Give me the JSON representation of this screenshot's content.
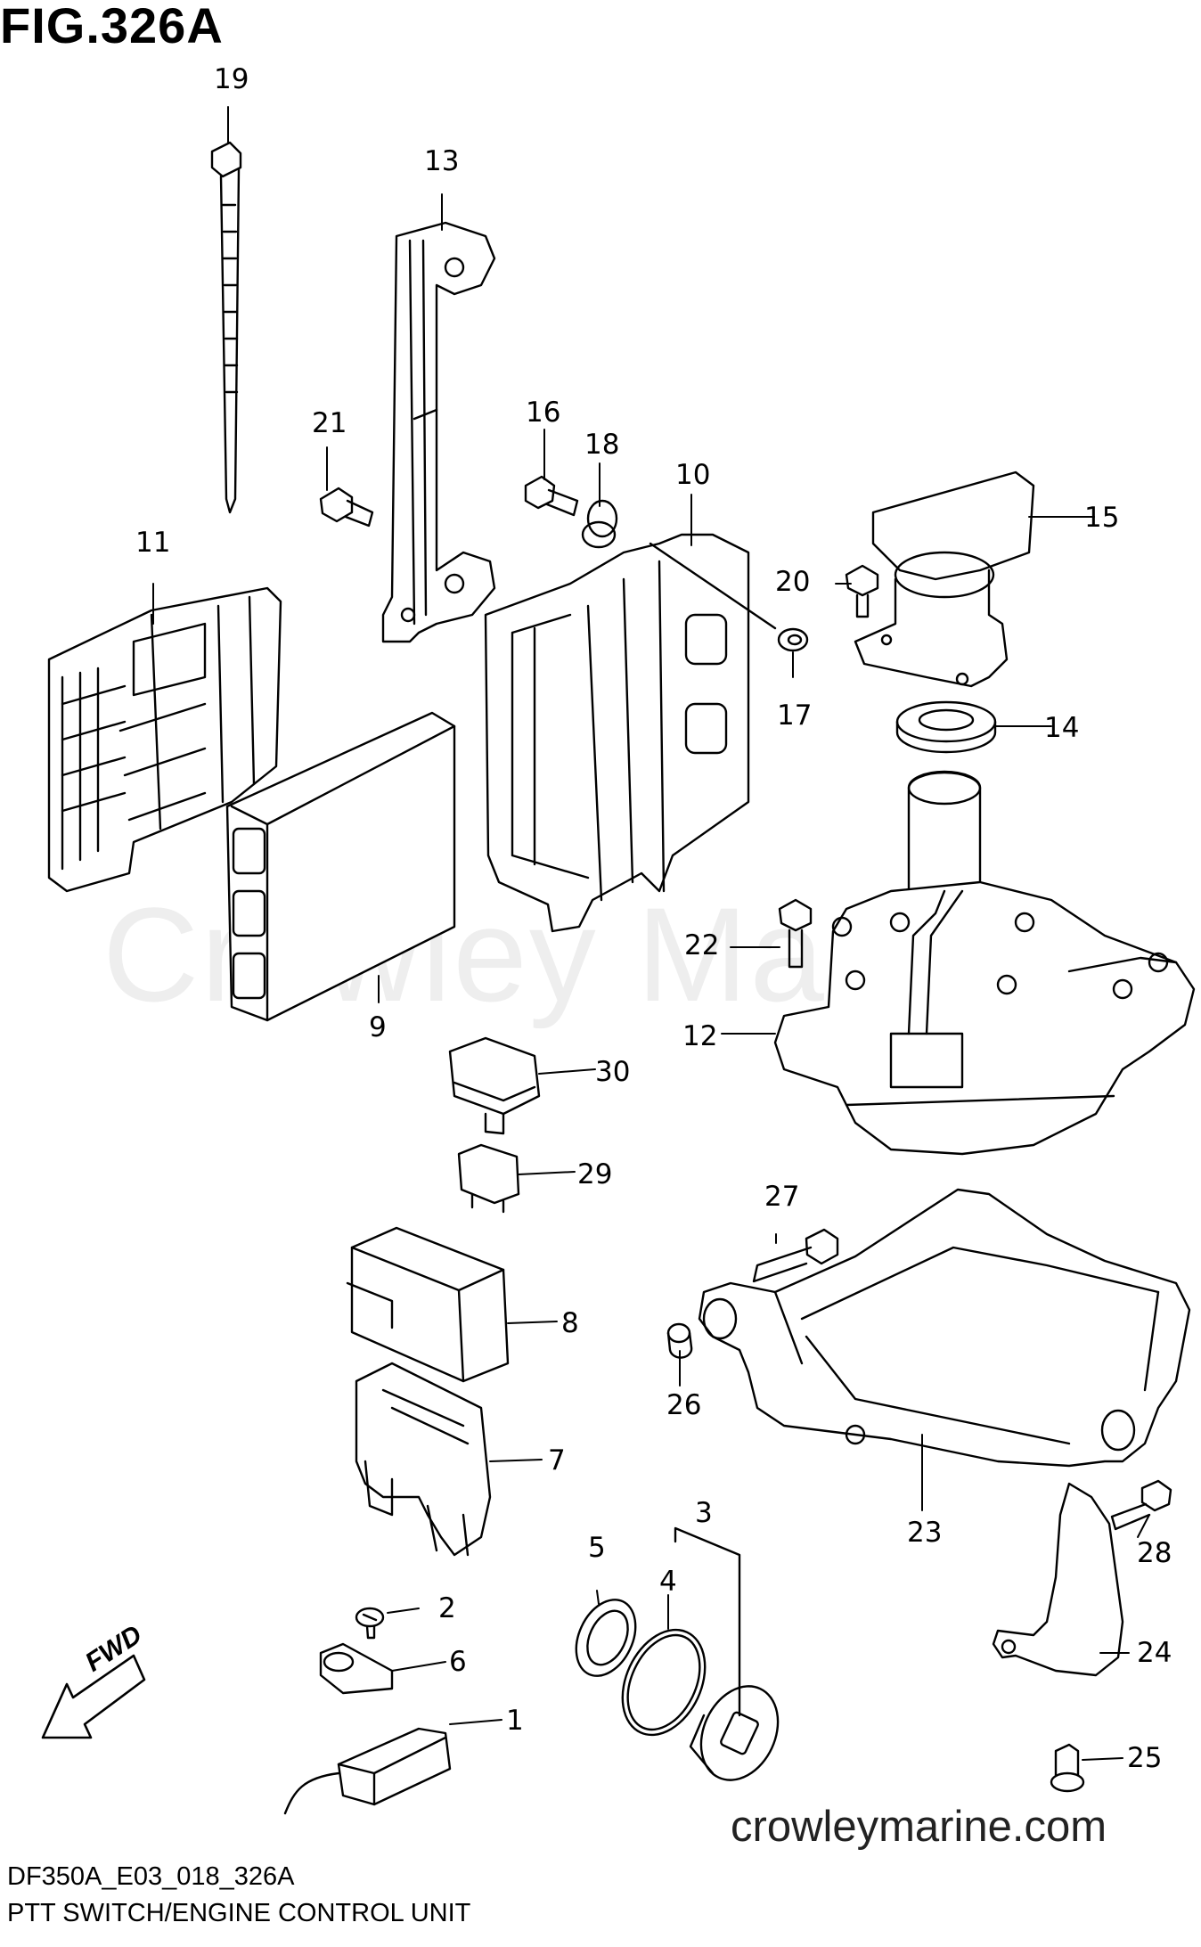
{
  "figure_title": "FIG.326A",
  "watermark": "Crowley Marine",
  "website": "crowleymarine.com",
  "diagram_code": "DF350A_E03_018_326A",
  "caption": "PTT SWITCH/ENGINE CONTROL UNIT",
  "fwd_label": "FWD",
  "callouts": {
    "n1": "1",
    "n2": "2",
    "n3": "3",
    "n4": "4",
    "n5": "5",
    "n6": "6",
    "n7": "7",
    "n8": "8",
    "n9": "9",
    "n10": "10",
    "n11": "11",
    "n12": "12",
    "n13": "13",
    "n14": "14",
    "n15": "15",
    "n16": "16",
    "n17": "17",
    "n18": "18",
    "n19": "19",
    "n20": "20",
    "n21": "21",
    "n22": "22",
    "n23": "23",
    "n24": "24",
    "n25": "25",
    "n26": "26",
    "n27": "27",
    "n28": "28",
    "n29": "29",
    "n30": "30"
  }
}
